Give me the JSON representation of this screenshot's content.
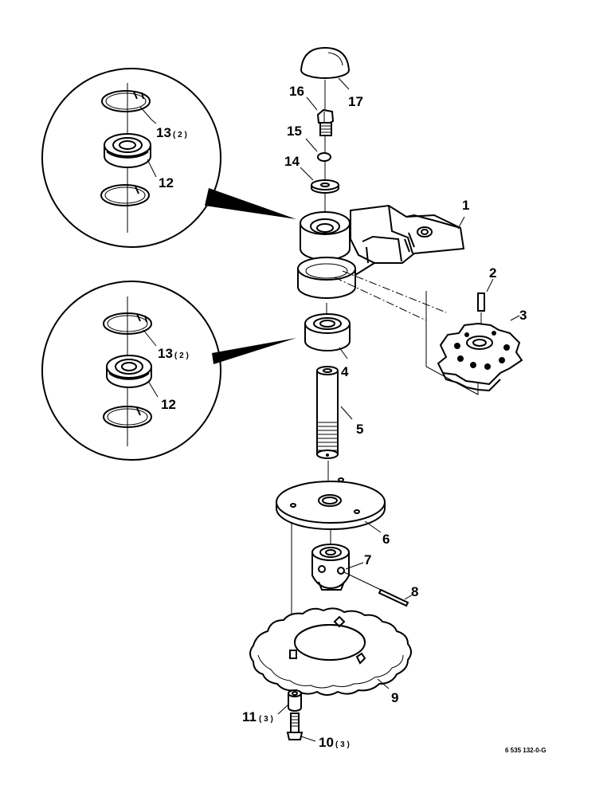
{
  "figure_id": "6 535 132-0-G",
  "callouts": {
    "p1": "1",
    "p2": "2",
    "p3": "3",
    "p4": "4",
    "p5": "5",
    "p6": "6",
    "p7": "7",
    "p8": "8",
    "p9": "9",
    "p10": "10",
    "p11": "11",
    "p12a": "12",
    "p12b": "12",
    "p13a": "13",
    "p13b": "13",
    "p14": "14",
    "p15": "15",
    "p16": "16",
    "p17": "17"
  },
  "quantities": {
    "q13a": "( 2 )",
    "q13b": "( 2 )",
    "q11": "( 3 )",
    "q10": "( 3 )"
  }
}
